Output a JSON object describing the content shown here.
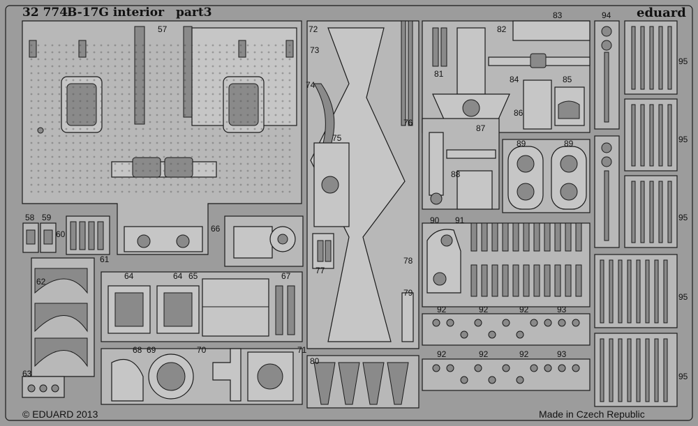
{
  "header": {
    "code": "32 774",
    "title": "B-17G interior",
    "part": "part3",
    "brand": "eduard"
  },
  "footer": {
    "copyright": "© EDUARD 2013",
    "made_in": "Made in Czech Republic"
  },
  "part_numbers": {
    "p57": "57",
    "p58": "58",
    "p59": "59",
    "p60": "60",
    "p61": "61",
    "p62": "62",
    "p63": "63",
    "p64a": "64",
    "p64b": "64",
    "p65": "65",
    "p66": "66",
    "p67": "67",
    "p68": "68",
    "p69": "69",
    "p70": "70",
    "p71": "71",
    "p72": "72",
    "p73": "73",
    "p74": "74",
    "p75": "75",
    "p76": "76",
    "p77": "77",
    "p78": "78",
    "p79": "79",
    "p80": "80",
    "p81": "81",
    "p82": "82",
    "p83": "83",
    "p84": "84",
    "p85": "85",
    "p86": "86",
    "p87": "87",
    "p88": "88",
    "p89a": "89",
    "p89b": "89",
    "p90": "90",
    "p91": "91",
    "p92a": "92",
    "p92b": "92",
    "p92c": "92",
    "p93a": "93",
    "p92d": "92",
    "p92e": "92",
    "p92f": "92",
    "p93b": "93",
    "p94": "94",
    "p95a": "95",
    "p95b": "95",
    "p95c": "95",
    "p95d": "95",
    "p95e": "95"
  },
  "colors": {
    "background": "#9c9c9c",
    "fret_outline": "#1a1a1a",
    "part_fill": "#b8b8b8",
    "part_fill_light": "#c8c8c8",
    "shadow": "#6e6e6e"
  }
}
